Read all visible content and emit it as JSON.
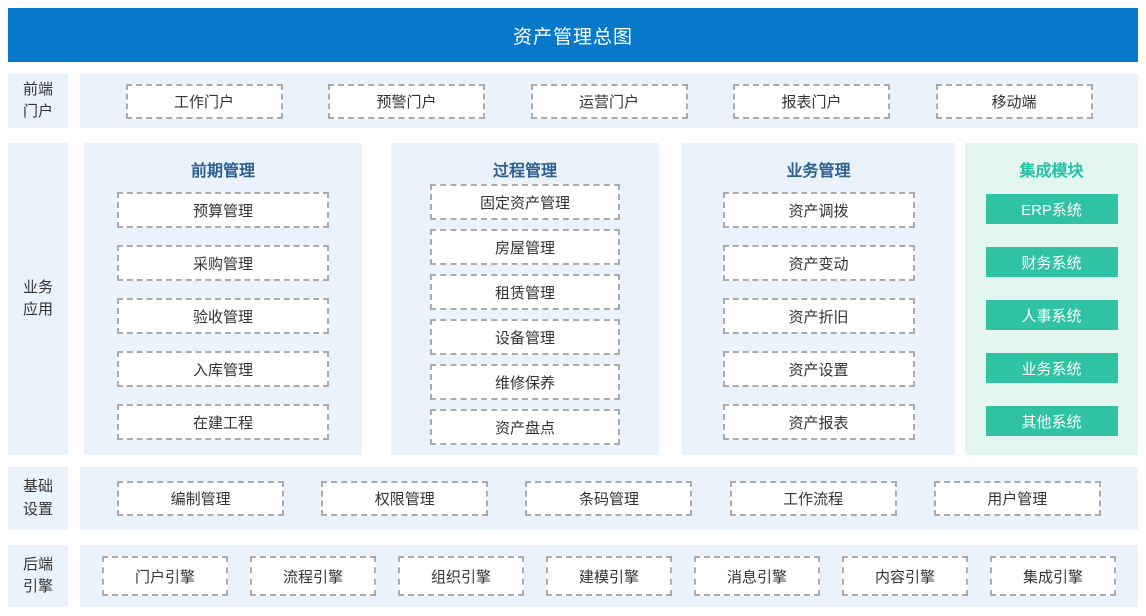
{
  "title": "资产管理总图",
  "rows": {
    "portal": {
      "label": "前端门户",
      "items": [
        "工作门户",
        "预警门户",
        "运营门户",
        "报表门户",
        "移动端"
      ]
    },
    "business": {
      "label": "业务应用",
      "columns": [
        {
          "title": "前期管理",
          "style": "blue",
          "items": [
            "预算管理",
            "采购管理",
            "验收管理",
            "入库管理",
            "在建工程"
          ]
        },
        {
          "title": "过程管理",
          "style": "blue",
          "items": [
            "固定资产管理",
            "房屋管理",
            "租赁管理",
            "设备管理",
            "维修保养",
            "资产盘点"
          ]
        },
        {
          "title": "业务管理",
          "style": "blue",
          "items": [
            "资产调拨",
            "资产变动",
            "资产折旧",
            "资产设置",
            "资产报表"
          ]
        },
        {
          "title": "集成模块",
          "style": "teal",
          "items": [
            "ERP系统",
            "财务系统",
            "人事系统",
            "业务系统",
            "其他系统"
          ]
        }
      ]
    },
    "settings": {
      "label": "基础设置",
      "items": [
        "编制管理",
        "权限管理",
        "条码管理",
        "工作流程",
        "用户管理"
      ]
    },
    "engines": {
      "label": "后端引擎",
      "items": [
        "门户引擎",
        "流程引擎",
        "组织引擎",
        "建模引擎",
        "消息引擎",
        "内容引擎",
        "集成引擎"
      ]
    }
  },
  "colors": {
    "header_bg": "#0878cb",
    "panel_bg": "#eaf2fb",
    "integration_bg": "#e4f6f0",
    "integration_btn": "#2fc3a3",
    "column_title_blue": "#2e6090",
    "column_title_teal": "#25c1a1",
    "dashed_border": "#ababab",
    "text": "#333333"
  }
}
